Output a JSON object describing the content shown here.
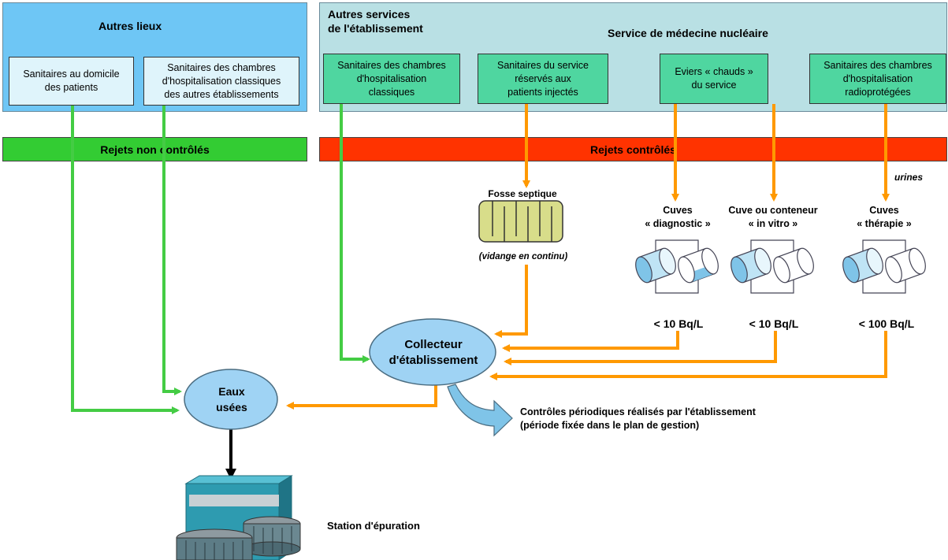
{
  "colors": {
    "sky_panel": "#6ec6f5",
    "teal_panel": "#b9e0e4",
    "green_box": "#4fd6a0",
    "pale_box": "#dff4fb",
    "green_band": "#33cc33",
    "red_band": "#ff3300",
    "green_line": "#44cc44",
    "orange_line": "#ff9900",
    "ellipse_fill": "#9fd3f4"
  },
  "panels": {
    "autres_lieux": {
      "title": "Autres lieux"
    },
    "autres_services": {
      "title": "Autres services\nde l'établissement"
    },
    "service_medecine": {
      "title": "Service de médecine nucléaire"
    }
  },
  "boxes": {
    "domicile": "Sanitaires au domicile\ndes patients",
    "chambres_autres": "Sanitaires des chambres\nd'hospitalisation classiques\ndes autres établissements",
    "chambres_classiques": "Sanitaires des chambres\nd'hospitalisation\nclassiques",
    "sanitaires_service": "Sanitaires du service\nréservés aux\npatients injectés",
    "eviers": "Eviers « chauds »\ndu service",
    "chambres_radio": "Sanitaires des chambres\nd'hospitalisation\nradioprotégées"
  },
  "bands": {
    "non_controles": "Rejets non contrôlés",
    "controles": "Rejets contrôlés"
  },
  "labels": {
    "fosse": "Fosse septique",
    "vidange": "(vidange en continu)",
    "urines": "urines",
    "cuves_diag": "Cuves\n« diagnostic »",
    "cuve_vitro": "Cuve ou conteneur\n« in vitro »",
    "cuves_thera": "Cuves\n« thérapie »",
    "limit_diag": "< 10 Bq/L",
    "limit_vitro": "< 10 Bq/L",
    "limit_thera": "< 100 Bq/L",
    "controles": "Contrôles périodiques réalisés par l'établissement\n(période fixée dans le plan de gestion)",
    "station": "Station d'épuration"
  },
  "nodes": {
    "collecteur": "Collecteur\nd'établissement",
    "eaux": "Eaux\nusées"
  }
}
